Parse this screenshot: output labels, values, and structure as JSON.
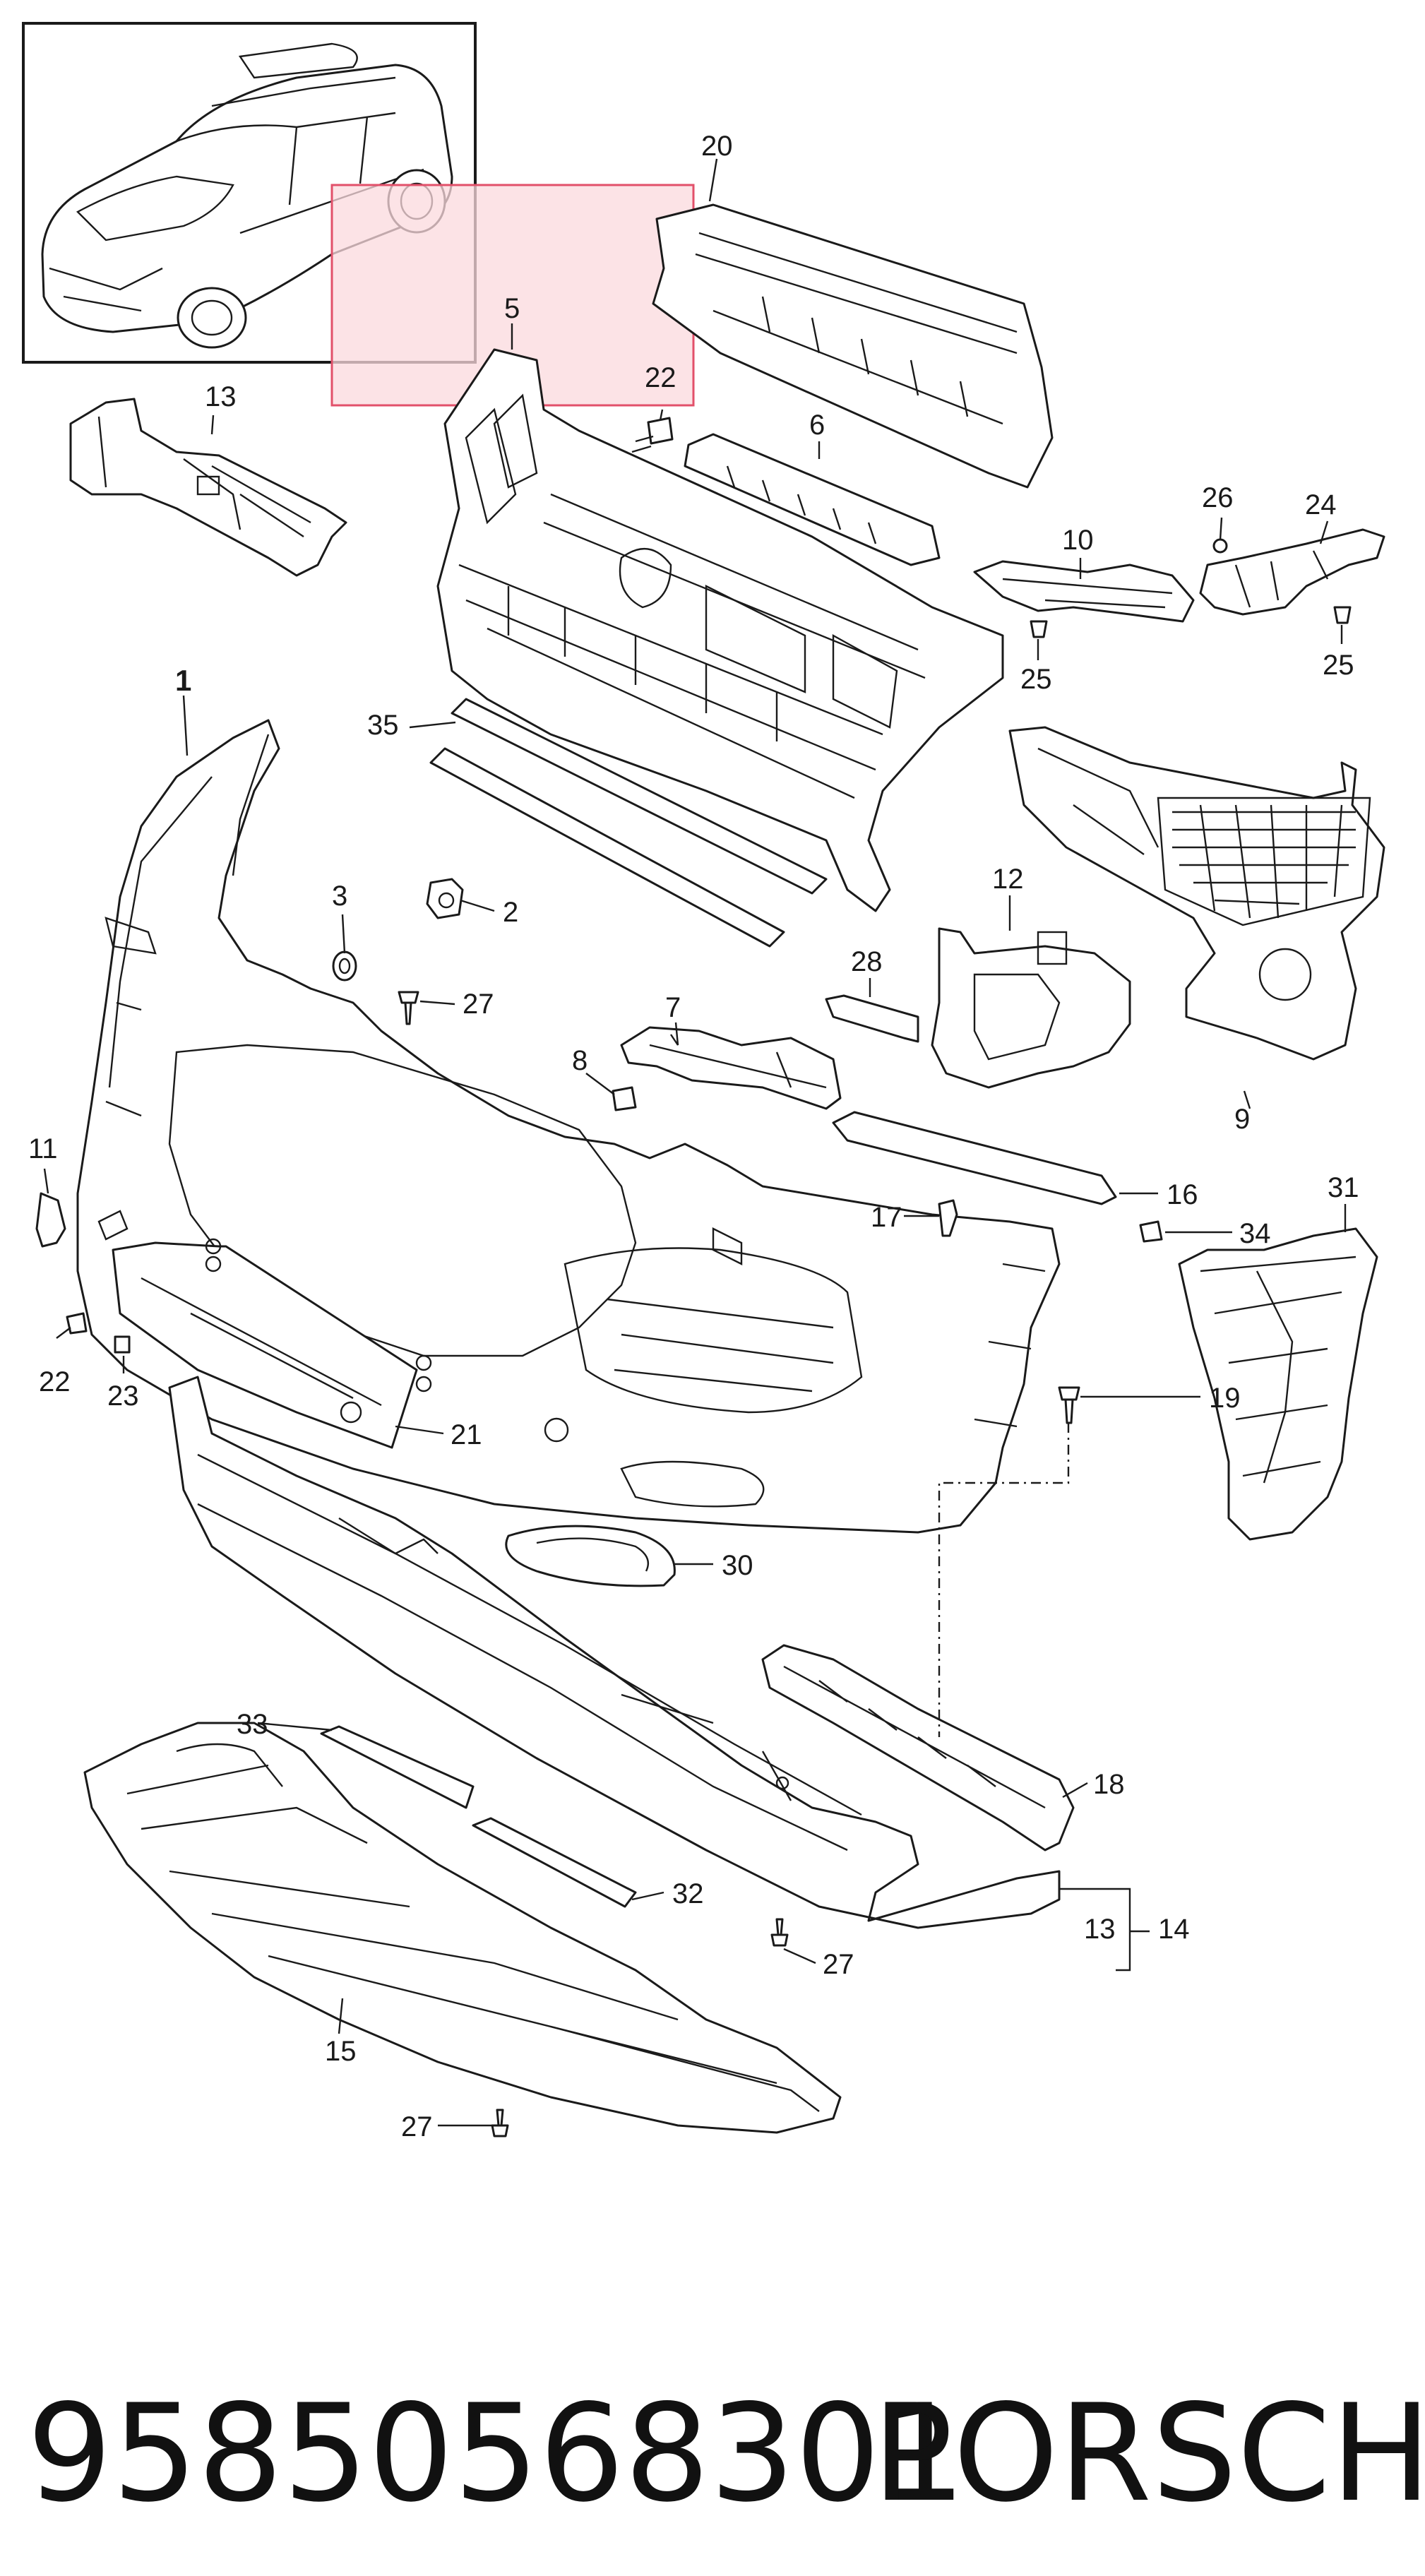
{
  "callouts": {
    "c1": "1",
    "c2": "2",
    "c3": "3",
    "c5": "5",
    "c6": "6",
    "c7": "7",
    "c8": "8",
    "c9": "9",
    "c10": "10",
    "c11": "11",
    "c12": "12",
    "c13a": "13",
    "c13b": "13",
    "c14": "14",
    "c15": "15",
    "c16": "16",
    "c17": "17",
    "c18": "18",
    "c19": "19",
    "c20": "20",
    "c21": "21",
    "c22a": "22",
    "c22b": "22",
    "c23": "23",
    "c24": "24",
    "c25a": "25",
    "c25b": "25",
    "c26": "26",
    "c27a": "27",
    "c27b": "27",
    "c27c": "27",
    "c28": "28",
    "c30": "30",
    "c31": "31",
    "c32": "32",
    "c33": "33",
    "c34": "34",
    "c35": "35"
  },
  "caption": {
    "part_number": "95850568301",
    "brand": "PORSCHE"
  },
  "colors": {
    "highlight_fill": "#fbd9de",
    "highlight_stroke": "#e2506a",
    "line": "#1a1a1a"
  }
}
